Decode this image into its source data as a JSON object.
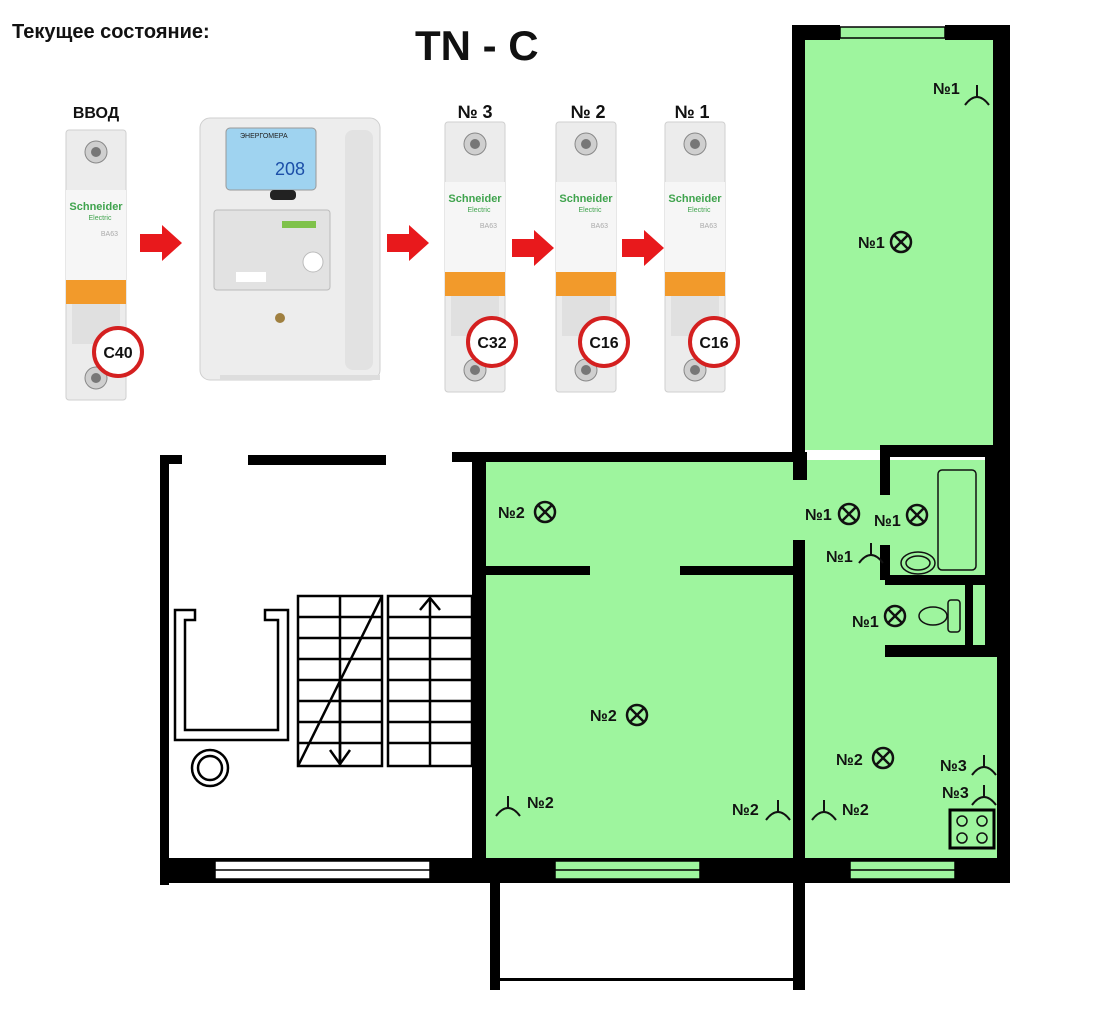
{
  "header": {
    "status_label": "Текущее состояние:",
    "system_type": "TN - C"
  },
  "chain": [
    {
      "label": "ВВОД",
      "rating": "C40",
      "brand": "Schneider",
      "brand_sub": "Electric",
      "model": "BA63"
    },
    {
      "label": "meter",
      "display_value": "208",
      "brand": "ЭНЕРГОМЕРА"
    },
    {
      "label": "№ 3",
      "rating": "C32",
      "brand": "Schneider",
      "brand_sub": "Electric",
      "model": "BA63"
    },
    {
      "label": "№ 2",
      "rating": "C16",
      "brand": "Schneider",
      "brand_sub": "Electric",
      "model": "BA63"
    },
    {
      "label": "№ 1",
      "rating": "C16",
      "brand": "Schneider",
      "brand_sub": "Electric",
      "model": "BA63"
    }
  ],
  "plan": {
    "labels": [
      "№1",
      "№1",
      "№1",
      "№1",
      "№1",
      "№1",
      "№2",
      "№2",
      "№2",
      "№2",
      "№2",
      "№2",
      "№3",
      "№3"
    ]
  },
  "colors": {
    "room_fill": "#9ef59e",
    "wall": "#000000",
    "arrow": "#e8191c",
    "circle": "#d42020",
    "handle": "#f0901a"
  }
}
